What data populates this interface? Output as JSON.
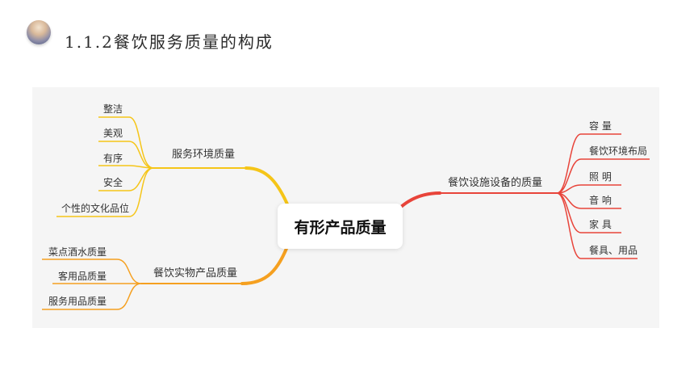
{
  "header": {
    "title": "1.1.2餐饮服务质量的构成"
  },
  "mindmap": {
    "center": "有形产品质量",
    "branches": {
      "environment": {
        "label": "服务环境质量",
        "items": [
          "整洁",
          "美观",
          "有序",
          "安全",
          "个性的文化品位"
        ]
      },
      "physical": {
        "label": "餐饮实物产品质量",
        "items": [
          "菜点酒水质量",
          "客用品质量",
          "服务用品质量"
        ]
      },
      "facilities": {
        "label": "餐饮设施设备的质量",
        "items": [
          "容 量",
          "餐饮环境布局",
          "照 明",
          "音 响",
          "家 具",
          "餐具、用品"
        ]
      }
    },
    "colors": {
      "yellow": "#f5c518",
      "orange": "#f5a020",
      "red": "#e8443a"
    }
  }
}
